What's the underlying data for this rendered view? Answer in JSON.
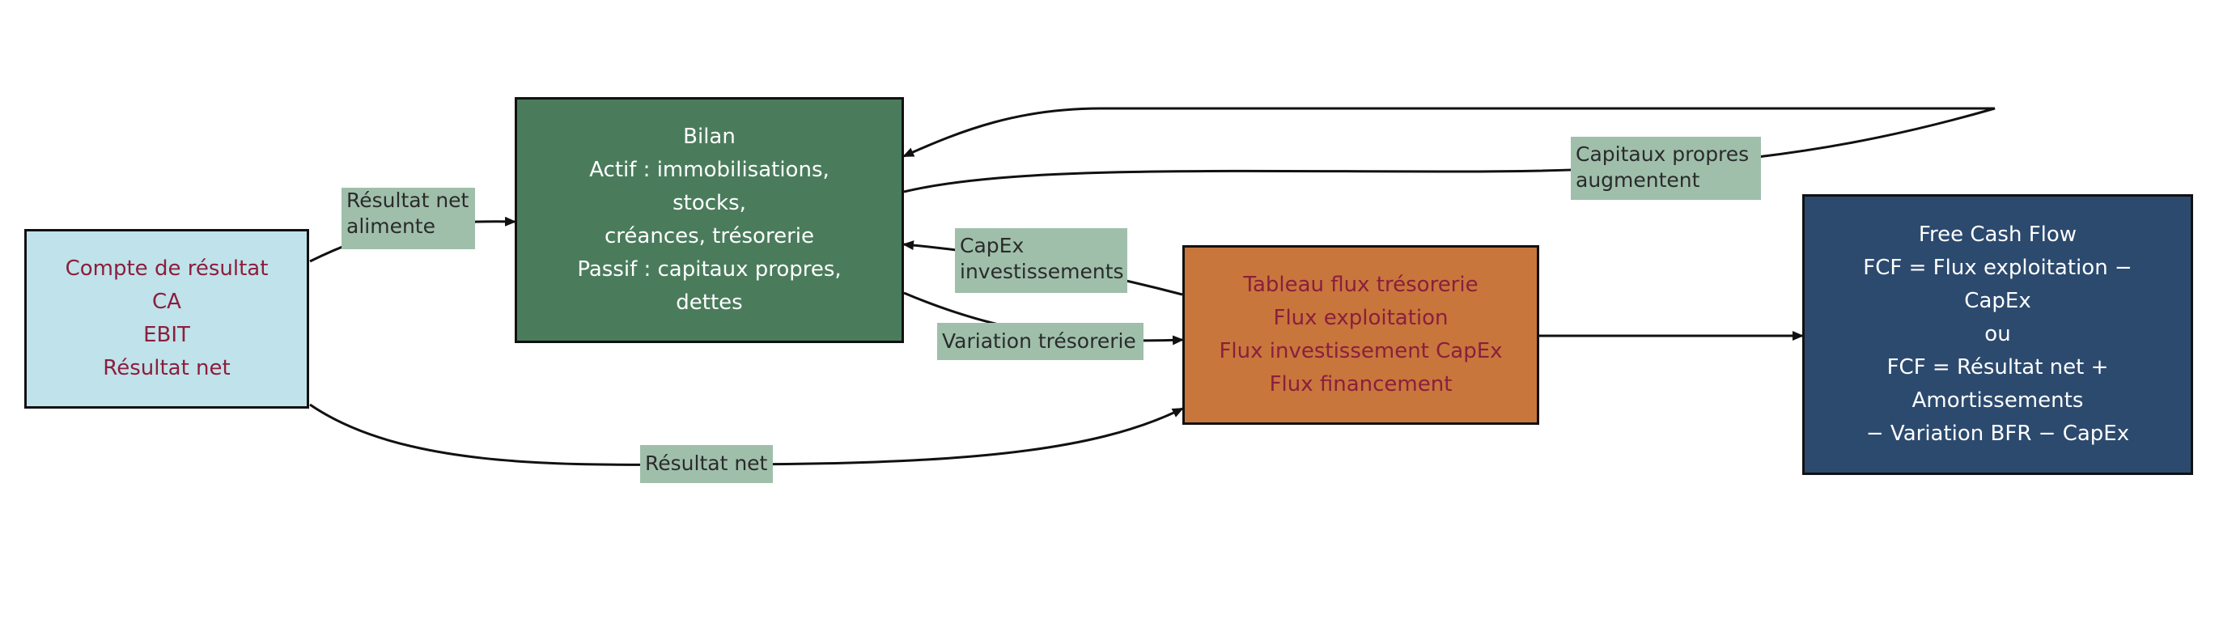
{
  "colors": {
    "compte_fill": "#c0e2ea",
    "bilan_fill": "#4a7c5c",
    "tableau_fill": "#c8763c",
    "fcf_fill": "#2c4a6e",
    "edge_label_fill": "#9fbfab",
    "dark_red_text": "#8b1e3c"
  },
  "nodes": {
    "compte": {
      "lines": [
        "Compte de résultat",
        "CA",
        "EBIT",
        "Résultat net"
      ]
    },
    "bilan": {
      "lines": [
        "Bilan",
        "Actif : immobilisations,",
        "stocks,",
        "créances, trésorerie",
        "Passif : capitaux propres,",
        "dettes"
      ]
    },
    "tableau": {
      "lines": [
        "Tableau flux trésorerie",
        "Flux exploitation",
        "Flux investissement CapEx",
        "Flux financement"
      ]
    },
    "fcf": {
      "lines": [
        "Free Cash Flow",
        "FCF = Flux exploitation −",
        "CapEx",
        "ou",
        "FCF = Résultat net +",
        "Amortissements",
        "− Variation BFR − CapEx"
      ]
    }
  },
  "edges": {
    "resultat_alimente": {
      "lines": [
        "Résultat net",
        "alimente"
      ]
    },
    "capex_invest": {
      "lines": [
        "CapEx",
        "investissements"
      ]
    },
    "variation_tresorerie": {
      "lines": [
        "Variation trésorerie"
      ]
    },
    "resultat_net": {
      "lines": [
        "Résultat net"
      ]
    },
    "capitaux_propres": {
      "lines": [
        "Capitaux propres",
        "augmentent"
      ]
    }
  }
}
